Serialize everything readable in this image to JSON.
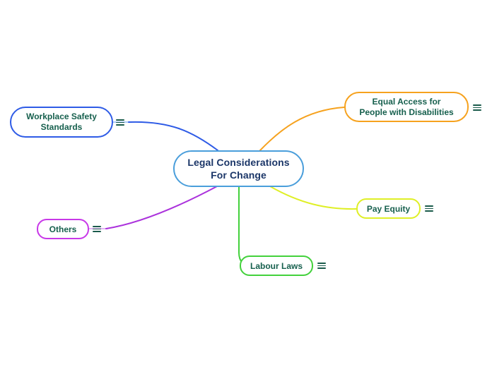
{
  "root_node": {
    "label": "Legal Considerations For Change",
    "lines": [
      "Legal Considerations",
      "For Change"
    ],
    "border_color": "#4A9EDB",
    "text_color": "#1B3668"
  },
  "branches": [
    {
      "label": "Workplace Safety Standards",
      "lines": [
        "Workplace Safety",
        "Standards"
      ],
      "border_color": "#2E5BE6",
      "text_color": "#17604E",
      "icon": "menu-icon"
    },
    {
      "label": "Equal Access for People with Disabilities",
      "lines": [
        "Equal Access for",
        "People with Disabilities"
      ],
      "border_color": "#F6A21E",
      "text_color": "#17604E",
      "icon": "menu-icon"
    },
    {
      "label": "Pay Equity",
      "lines": [
        "Pay Equity"
      ],
      "border_color": "#DFEF26",
      "text_color": "#17604E",
      "icon": "menu-icon"
    },
    {
      "label": "Labour Laws",
      "lines": [
        "Labour Laws"
      ],
      "border_color": "#43D13C",
      "text_color": "#17604E",
      "icon": "menu-icon"
    },
    {
      "label": "Others",
      "lines": [
        "Others"
      ],
      "border_color": "#C838E8",
      "text_color": "#17604E",
      "icon": "menu-icon"
    }
  ],
  "connectors": [
    {
      "from": "Legal Considerations For Change",
      "to": "Workplace Safety Standards",
      "color": "#2E5BE6",
      "fade_color": "#AECBF7"
    },
    {
      "from": "Legal Considerations For Change",
      "to": "Equal Access for People with Disabilities",
      "color": "#F6A21E"
    },
    {
      "from": "Legal Considerations For Change",
      "to": "Pay Equity",
      "color": "#DFEF26"
    },
    {
      "from": "Legal Considerations For Change",
      "to": "Labour Laws",
      "color": "#43D13C"
    },
    {
      "from": "Legal Considerations For Change",
      "to": "Others",
      "color": "#AB32DC",
      "fade_color": "#E3B5F5"
    }
  ],
  "icons": {
    "menu_color": "#1A5B4B"
  },
  "colors": {
    "background": "#ffffff"
  }
}
